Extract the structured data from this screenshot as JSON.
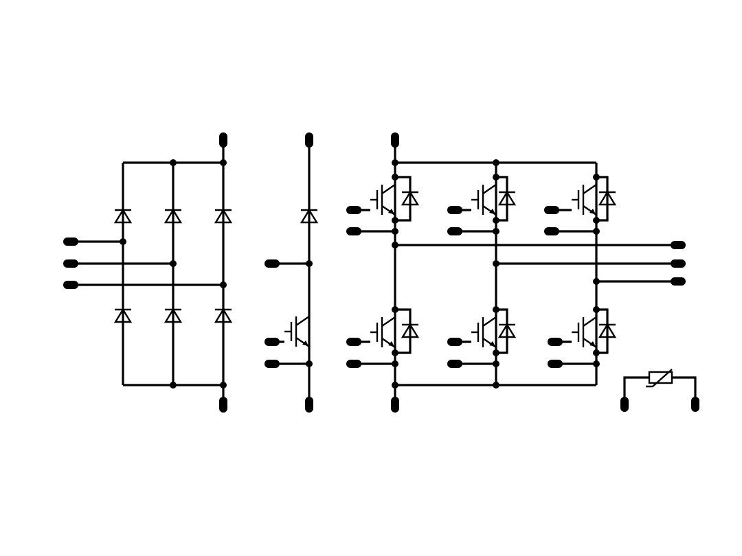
{
  "diagram": {
    "kind": "power-module-schematic",
    "sections": [
      {
        "name": "rectifier-bridge",
        "diodes": 6
      },
      {
        "name": "brake-chopper",
        "igbts": 1,
        "diodes": 1
      },
      {
        "name": "three-phase-inverter",
        "igbts": 6,
        "freewheel_diodes": 6
      },
      {
        "name": "ntc-thermistor",
        "count": 1
      }
    ],
    "colors": {
      "line": "#000000",
      "background": "#ffffff"
    }
  }
}
